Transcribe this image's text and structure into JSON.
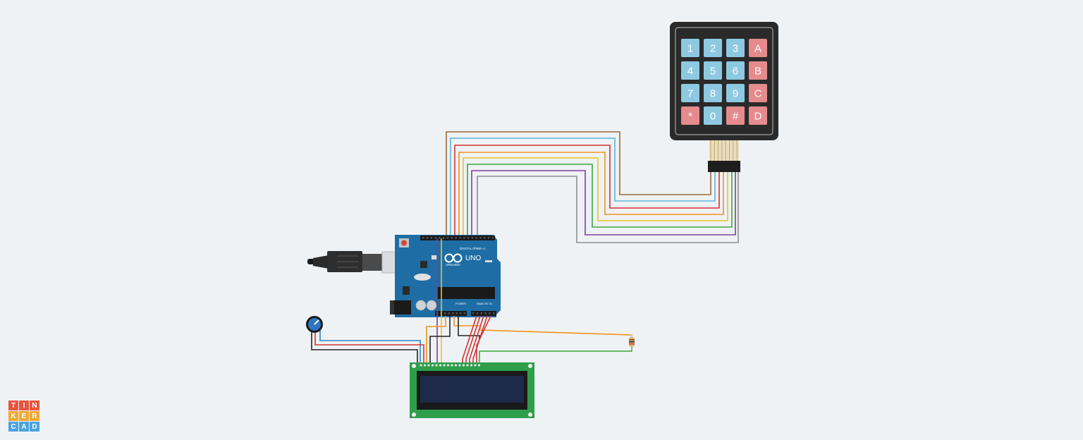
{
  "keypad": {
    "keys": [
      "1",
      "2",
      "3",
      "A",
      "4",
      "5",
      "6",
      "B",
      "7",
      "8",
      "9",
      "C",
      "*",
      "0",
      "#",
      "D"
    ],
    "colors": {
      "number": "#8ec9e2",
      "letter": "#e58b8d",
      "frame": "#2a2a2a"
    }
  },
  "arduino": {
    "brand": "ARDUINO",
    "model": "UNO",
    "digital_label": "DIGITAL (PWM ~)",
    "power_label": "POWER",
    "analog_label": "ANALOG IN",
    "board_color": "#1f6da5"
  },
  "lcd": {
    "board_color": "#2f9e4a",
    "screen_color": "#1d2a4a"
  },
  "logo": {
    "letters": [
      "T",
      "I",
      "N",
      "K",
      "E",
      "R",
      "C",
      "A",
      "D"
    ],
    "colors": [
      "#e8543e",
      "#e8543e",
      "#e8543e",
      "#f0a830",
      "#f0a830",
      "#f0a830",
      "#4aa3df",
      "#4aa3df",
      "#4aa3df"
    ]
  },
  "wire_colors": {
    "brown": "#9a6a3a",
    "cyan": "#58b7d8",
    "red": "#d33333",
    "orange": "#f0931f",
    "yellow": "#e8c32a",
    "green": "#3aa83a",
    "purple": "#7b3f9e",
    "gray": "#8e8e8e",
    "black": "#222222",
    "blue": "#2f87c8"
  }
}
